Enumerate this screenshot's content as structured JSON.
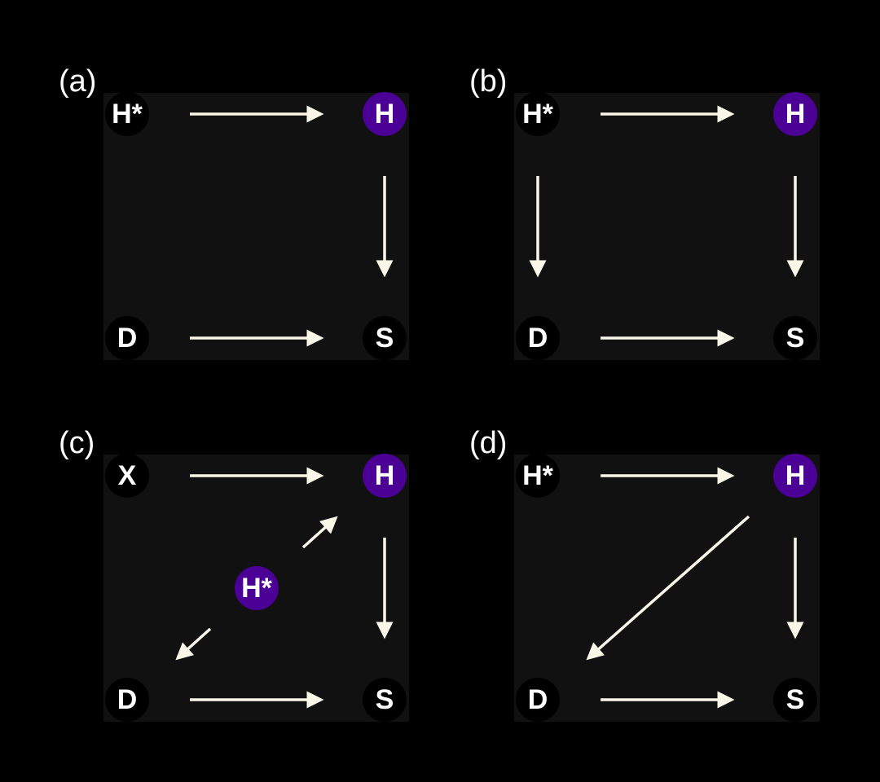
{
  "colors": {
    "background": "#000000",
    "panel": "#111111",
    "node_default": "#000000",
    "node_highlight": "#4B0096",
    "edge": "#FAF7E8",
    "text": "#FFFFFF"
  },
  "panels": [
    {
      "label": "(a)",
      "nodes": [
        {
          "id": "tl",
          "label": "H*",
          "highlight": false
        },
        {
          "id": "tr",
          "label": "H",
          "highlight": true
        },
        {
          "id": "bl",
          "label": "D",
          "highlight": false
        },
        {
          "id": "br",
          "label": "S",
          "highlight": false
        }
      ],
      "edges": [
        {
          "from": "H*",
          "to": "H"
        },
        {
          "from": "H",
          "to": "S"
        },
        {
          "from": "D",
          "to": "S"
        }
      ]
    },
    {
      "label": "(b)",
      "nodes": [
        {
          "id": "tl",
          "label": "H*",
          "highlight": false
        },
        {
          "id": "tr",
          "label": "H",
          "highlight": true
        },
        {
          "id": "bl",
          "label": "D",
          "highlight": false
        },
        {
          "id": "br",
          "label": "S",
          "highlight": false
        }
      ],
      "edges": [
        {
          "from": "H*",
          "to": "H"
        },
        {
          "from": "H*",
          "to": "D"
        },
        {
          "from": "H",
          "to": "S"
        },
        {
          "from": "D",
          "to": "S"
        }
      ]
    },
    {
      "label": "(c)",
      "nodes": [
        {
          "id": "tl",
          "label": "X",
          "highlight": false
        },
        {
          "id": "tr",
          "label": "H",
          "highlight": true
        },
        {
          "id": "ct",
          "label": "H*",
          "highlight": true
        },
        {
          "id": "bl",
          "label": "D",
          "highlight": false
        },
        {
          "id": "br",
          "label": "S",
          "highlight": false
        }
      ],
      "edges": [
        {
          "from": "X",
          "to": "H"
        },
        {
          "from": "H*",
          "to": "H"
        },
        {
          "from": "H*",
          "to": "D"
        },
        {
          "from": "H",
          "to": "S"
        },
        {
          "from": "D",
          "to": "S"
        }
      ]
    },
    {
      "label": "(d)",
      "nodes": [
        {
          "id": "tl",
          "label": "H*",
          "highlight": false
        },
        {
          "id": "tr",
          "label": "H",
          "highlight": true
        },
        {
          "id": "bl",
          "label": "D",
          "highlight": false
        },
        {
          "id": "br",
          "label": "S",
          "highlight": false
        }
      ],
      "edges": [
        {
          "from": "H*",
          "to": "H"
        },
        {
          "from": "H",
          "to": "S"
        },
        {
          "from": "H",
          "to": "D"
        },
        {
          "from": "D",
          "to": "S"
        }
      ]
    }
  ]
}
